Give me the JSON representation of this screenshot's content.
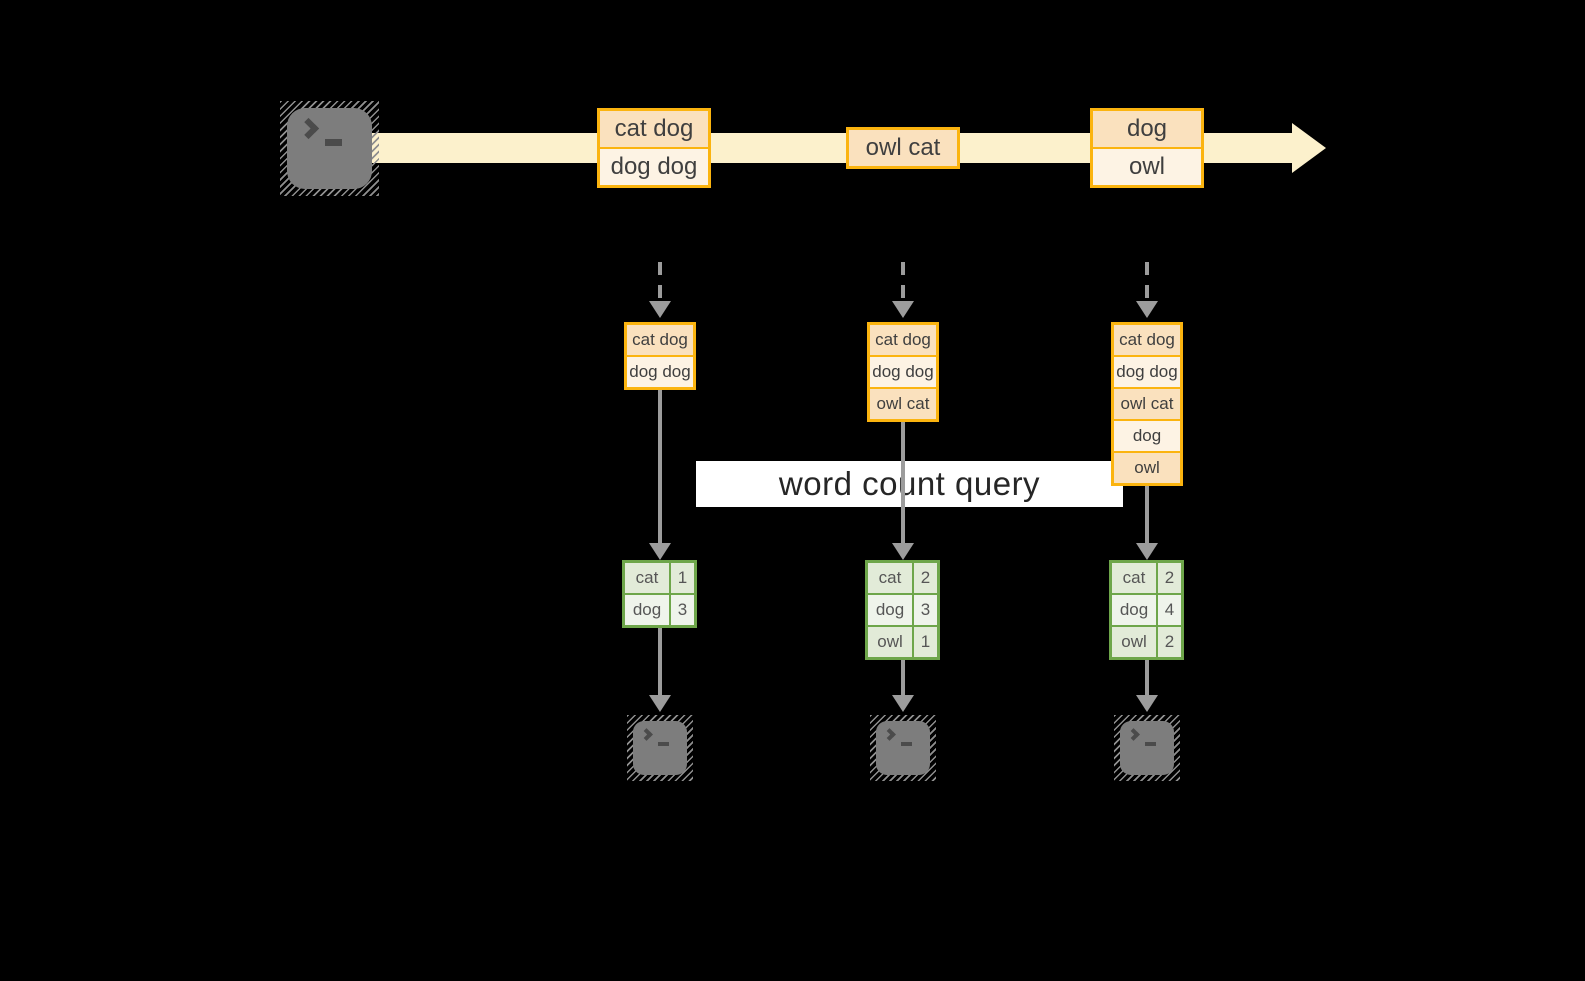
{
  "banner": {
    "label": "word count query"
  },
  "stream": {
    "source_icon": "terminal-icon",
    "batches": [
      {
        "lines": [
          "cat dog",
          "dog dog"
        ]
      },
      {
        "lines": [
          "owl cat"
        ]
      },
      {
        "lines": [
          "dog",
          "owl"
        ]
      }
    ]
  },
  "microbatches": [
    {
      "lines": [
        "cat dog",
        "dog dog"
      ]
    },
    {
      "lines": [
        "cat dog",
        "dog dog",
        "owl cat"
      ]
    },
    {
      "lines": [
        "cat dog",
        "dog dog",
        "owl cat",
        "dog",
        "owl"
      ]
    }
  ],
  "tables": [
    {
      "rows": [
        {
          "word": "cat",
          "count": "1"
        },
        {
          "word": "dog",
          "count": "3"
        }
      ]
    },
    {
      "rows": [
        {
          "word": "cat",
          "count": "2"
        },
        {
          "word": "dog",
          "count": "3"
        },
        {
          "word": "owl",
          "count": "1"
        }
      ]
    },
    {
      "rows": [
        {
          "word": "cat",
          "count": "2"
        },
        {
          "word": "dog",
          "count": "4"
        },
        {
          "word": "owl",
          "count": "2"
        }
      ]
    }
  ],
  "sinks": [
    {
      "icon": "terminal-icon"
    },
    {
      "icon": "terminal-icon"
    },
    {
      "icon": "terminal-icon"
    }
  ],
  "colors": {
    "bg": "#000000",
    "orange": "#FBB40F",
    "peach_dark": "#FAE1BE",
    "peach_light": "#FDF3E4",
    "band": "#FCF1CC",
    "green": "#6EA64A",
    "green_dark": "#E2EBD8",
    "green_light": "#EFF4EB",
    "arrow_gray": "#9C9C9C",
    "terminal_gray": "#7D7D7D",
    "terminal_dark": "#4B4B4B",
    "banner_bg": "#FFFFFF",
    "banner_text": "#262626",
    "box_text": "#3F3F3F",
    "table_text": "#565656"
  }
}
